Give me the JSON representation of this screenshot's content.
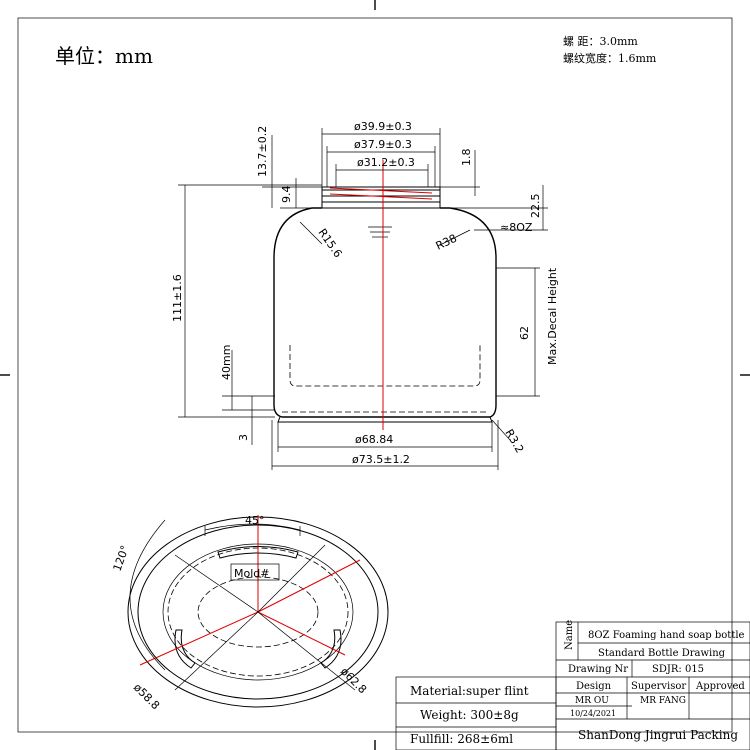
{
  "header": {
    "unit": "单位：mm",
    "pitch": "螺 距：3.0mm",
    "thread_width": "螺纹宽度：1.6mm"
  },
  "dimensions": {
    "outer_thread": "ø39.9±0.3",
    "inner_thread": "ø37.9±0.3",
    "bore": "ø31.2±0.3",
    "finish_height": "13.7±0.2",
    "thread_depth": "1.8",
    "bead": "9.4",
    "neck_height": "22.5",
    "capacity_mark": "≈8OZ",
    "shoulder_radius_left": "R15.6",
    "shoulder_radius_right": "R38",
    "total_height": "111±1.6",
    "decal_height": "62",
    "decal_label": "Max.Decal Height",
    "bottom_offset": "40mm",
    "base_height": "3",
    "base_radius": "R3.2",
    "base_diameter": "ø68.84",
    "body_diameter": "ø73.5±1.2"
  },
  "bottom_view": {
    "angle_top": "45°",
    "angle_side": "120°",
    "mold_label": "Mold#",
    "dia_left": "ø58.8",
    "dia_right": "ø62.8"
  },
  "title_block": {
    "name_label": "Name",
    "product_name": "8OZ Foaming hand soap bottle",
    "drawing_type": "Standard Bottle Drawing",
    "drawing_nr_label": "Drawing Nr",
    "drawing_nr": "SDJR: 015",
    "design_label": "Design",
    "supervisor_label": "Supervisor",
    "approved_label": "Approved",
    "designer": "MR OU",
    "supervisor": "MR FANG",
    "approver": "",
    "date": "10/24/2021",
    "company": "ShanDong Jingrui Packing"
  },
  "specs": {
    "material": "Material:super flint",
    "weight": "Weight: 300±8g",
    "fullfill": "Fullfill: 268±6ml"
  }
}
